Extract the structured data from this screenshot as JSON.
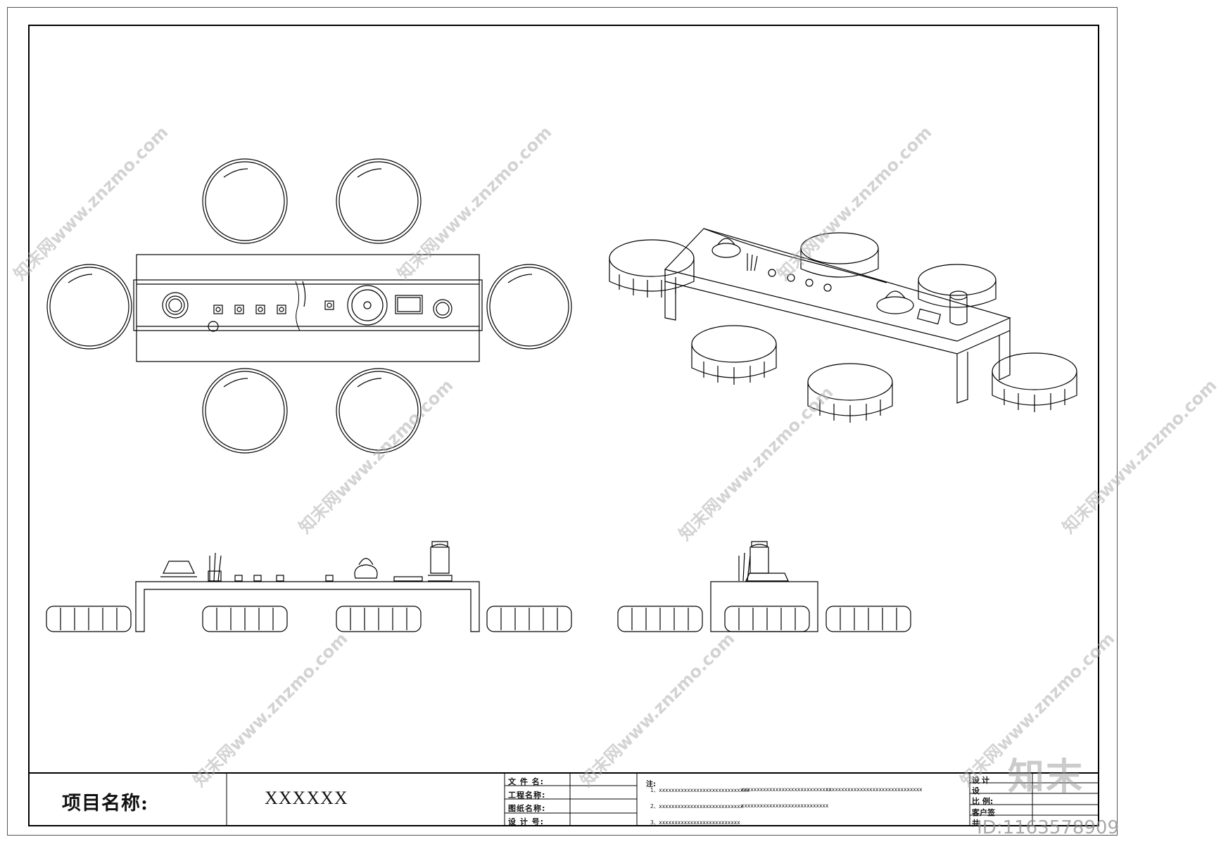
{
  "title_block": {
    "project_label": "项目名称:",
    "project_value": "XXXXXX",
    "fields": {
      "file_name": "文 件 名:",
      "project_name": "工程名称:",
      "drawing_name": "图纸名称:",
      "design_no": "设 计 号:"
    },
    "notes_head": "注:",
    "notes": {
      "n1a": "1、xxxxxxxxxxxxxxxxxxxxxxxxxxxxx",
      "n1b": "xxxxxxxxxxxxxxxxxxxxxxxxxxxxx",
      "n1c": "xxxxxxxxxxxxxxxxxxxxxxxxxxxxxxx",
      "n2a": "2、xxxxxxxxxxxxxxxxxxxxxxxxxxx",
      "n2b": "xxxxxxxxxxxxxxxxxxxxxxxxxxxx",
      "n3a": "3、xxxxxxxxxxxxxxxxxxxxxxxxxx"
    },
    "right": {
      "r1": "设计",
      "r2": "设",
      "r3": "比  例:",
      "r4": "客户签",
      "r5": "共"
    }
  },
  "watermark": {
    "text": "知末网www.znzmo.com",
    "logo": "知末",
    "id": "ID:1163578909"
  }
}
